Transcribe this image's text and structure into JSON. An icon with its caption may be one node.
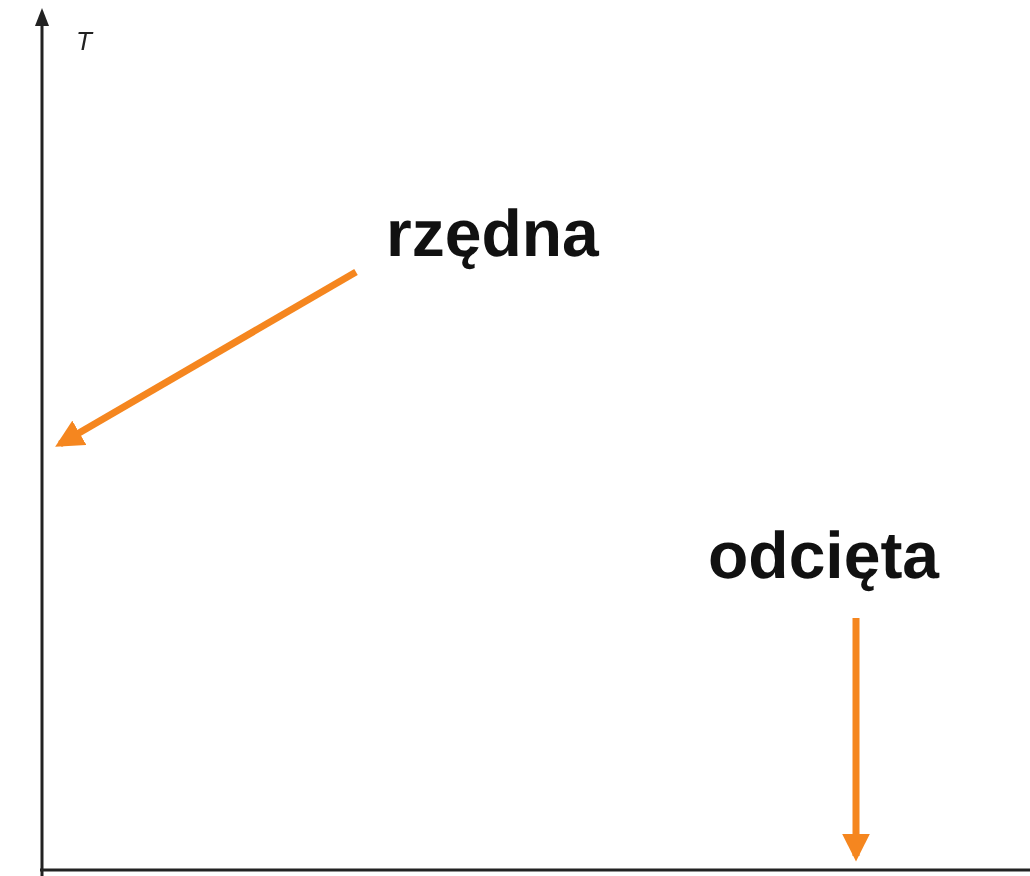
{
  "diagram": {
    "nodes": [
      {
        "text": [
          "rzędna"
        ]
      },
      {
        "text": [],
        "shape": "line"
      },
      {
        "text": [
          "odcięta"
        ]
      },
      {
        "text": [],
        "shape": "line"
      }
    ],
    "edges": [
      {
        "from": 0,
        "to": 1,
        "arrow": "to"
      },
      {
        "from": 2,
        "to": 3,
        "arrow": "to"
      }
    ],
    "labels": [
      "T"
    ]
  }
}
